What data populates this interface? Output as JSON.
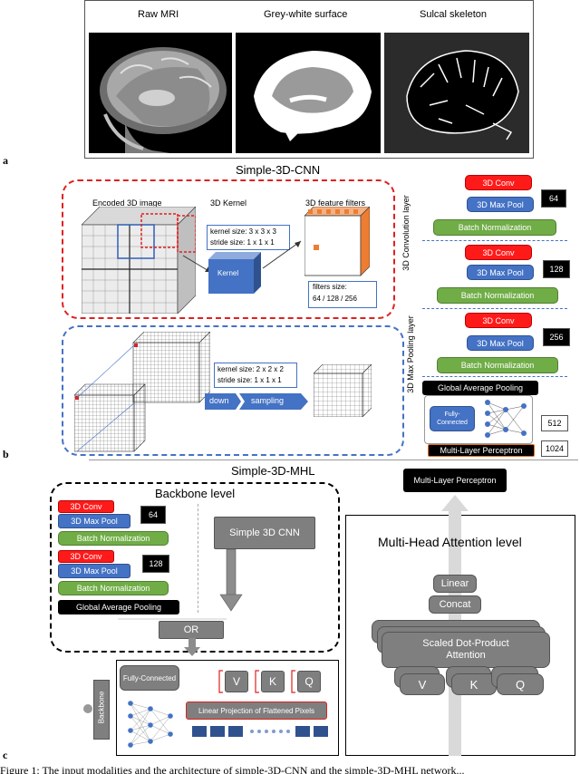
{
  "panel_a": {
    "labels": [
      "Raw MRI",
      "Grey-white surface",
      "Sulcal skeleton"
    ],
    "panel_letter": "a"
  },
  "panel_b": {
    "title": "Simple-3D-CNN",
    "encoded": "Encoded 3D image",
    "kernel_title": "3D Kernel",
    "feature_title": "3D feature filters",
    "kernel_size": "kernel size: 3 x 3 x 3",
    "stride_size": "stride size: 1 x 1 x 1",
    "kernel_label": "Kernel",
    "filters_size": "filters size:",
    "filters_values": "64 / 128 / 256",
    "pool_kernel": "kernel size: 2 x 2 x 2",
    "pool_stride": "stride size: 1 x 1 x 1",
    "down": "down",
    "sampling": "sampling",
    "conv_layer": "3D Convolution layer",
    "pool_layer": "3D Max Pooling layer",
    "conv": "3D Conv",
    "maxpool": "3D Max Pool",
    "bn": "Batch Normalization",
    "filters": [
      "64",
      "128",
      "256"
    ],
    "gap": "Global Average Pooling",
    "fc": "Fully-Connected",
    "mlp": "Multi-Layer Perceptron",
    "fc_sizes": [
      "512",
      "1024"
    ],
    "panel_letter": "b"
  },
  "panel_c": {
    "title": "Simple-3D-MHL",
    "backbone_level": "Backbone level",
    "conv": "3D Conv",
    "maxpool": "3D Max Pool",
    "bn": "Batch Normalization",
    "filters": [
      "64",
      "128"
    ],
    "gap": "Global Average Pooling",
    "simple_cnn": "Simple 3D CNN",
    "or": "OR",
    "mlp": "Multi-Layer Perceptron",
    "mha": "Multi-Head Attention level",
    "linear": "Linear",
    "concat": "Concat",
    "sdpa": "Scaled Dot-Product Attention",
    "v": "V",
    "k": "K",
    "q": "Q",
    "backbone": "Backbone",
    "fc": "Fully-Connected",
    "projection": "Linear Projection of Flattened Pixels",
    "panel_letter": "c"
  },
  "caption": "Figure 1: The input modalities and the architecture of simple-3D-CNN and the simple-3D-MHL network..."
}
